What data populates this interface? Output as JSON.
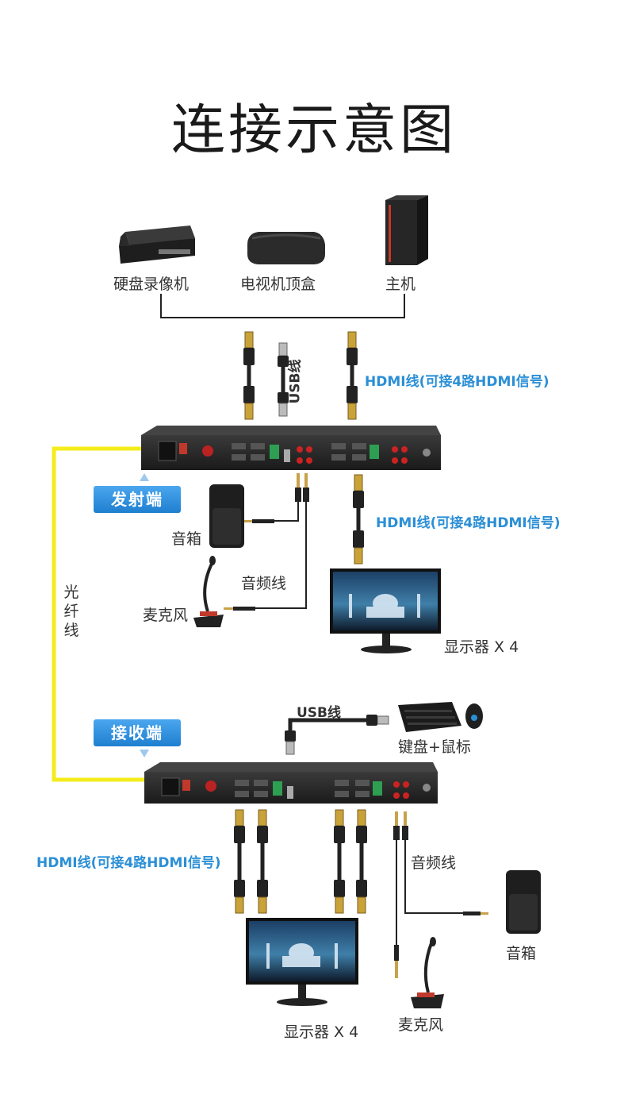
{
  "title": "连接示意图",
  "sources": {
    "dvr": "硬盘录像机",
    "settop": "电视机顶盒",
    "host": "主机"
  },
  "cables": {
    "usb_vertical": "USB线",
    "hdmi_top": "HDMI线(可接4路HDMI信号)",
    "hdmi_tx_display": "HDMI线(可接4路HDMI信号)",
    "hdmi_rx": "HDMI线(可接4路HDMI信号)",
    "audio_tx": "音频线",
    "audio_rx": "音频线",
    "usb_rx": "USB线",
    "fiber": [
      "光",
      "纤",
      "线"
    ]
  },
  "badges": {
    "transmitter": "发射端",
    "receiver": "接收端"
  },
  "peripherals": {
    "speaker_tx": "音箱",
    "mic_tx": "麦克风",
    "display_tx": "显示器 X 4",
    "kbm": "键盘+鼠标",
    "display_rx": "显示器 X 4",
    "mic_rx": "麦克风",
    "speaker_rx": "音箱"
  },
  "colors": {
    "fiber": "#f4ec1c",
    "badge": "#2b8fd6",
    "device": "#262626"
  }
}
